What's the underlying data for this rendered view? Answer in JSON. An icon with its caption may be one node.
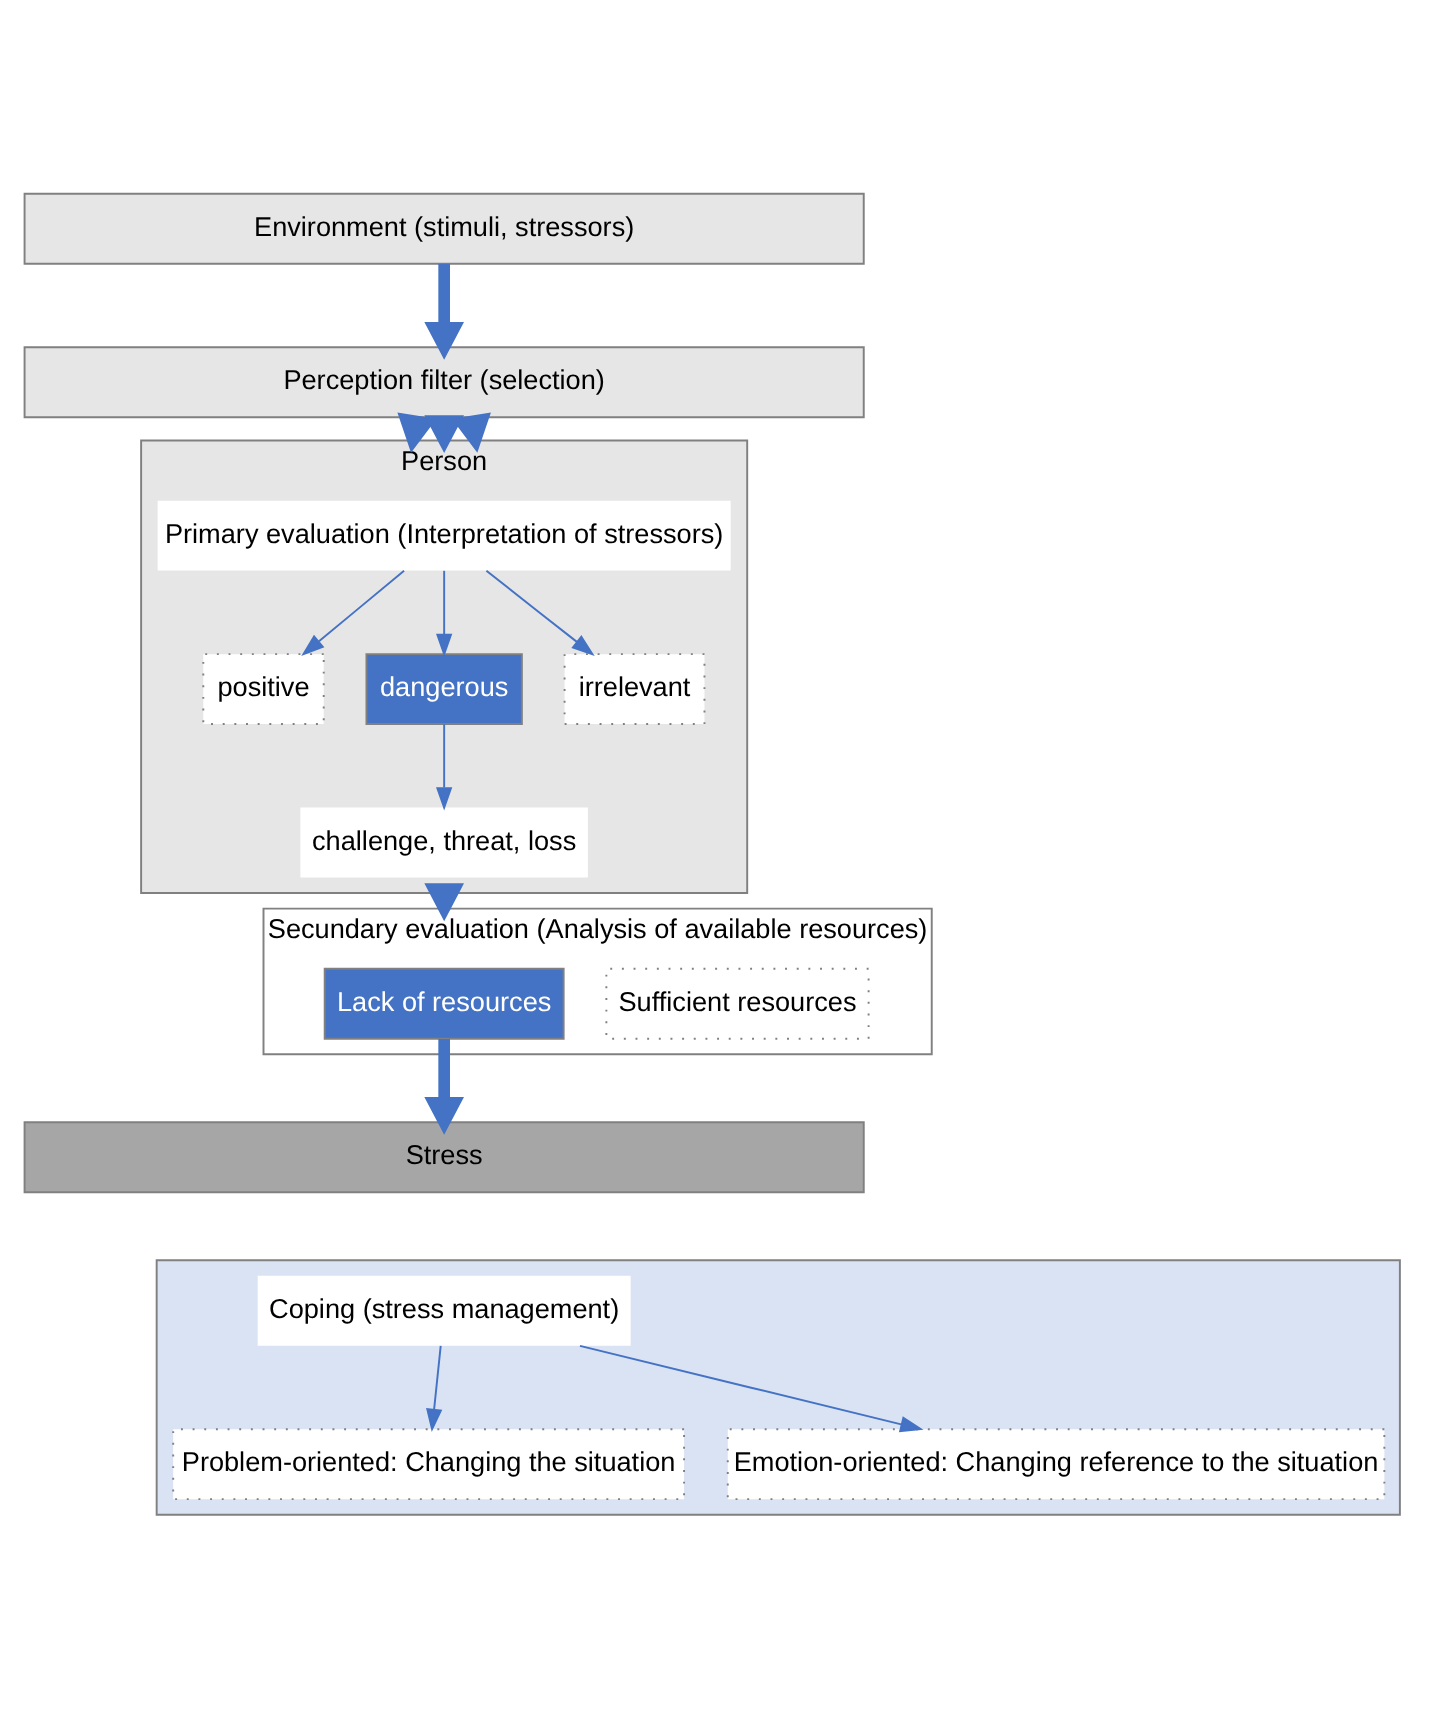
{
  "diagram": {
    "nodes": [
      {
        "text": [
          "Environment (stimuli, stressors)"
        ]
      },
      {
        "text": [
          "Perception filter (selection)"
        ]
      },
      {
        "text": [
          "Person"
        ]
      },
      {
        "text": [
          "Primary evaluation (Interpretation of stressors)"
        ],
        "in": 2
      },
      {
        "text": [
          "positive"
        ],
        "in": 2
      },
      {
        "text": [
          "dangerous"
        ],
        "in": 2
      },
      {
        "text": [
          "irrelevant"
        ],
        "in": 2
      },
      {
        "text": [
          "challenge, threat, loss"
        ],
        "in": 2
      },
      {
        "text": [
          "Secundary evaluation (Analysis of available resources)"
        ]
      },
      {
        "text": [
          "Lack of resources"
        ],
        "in": 8
      },
      {
        "text": [
          "Sufficient resources"
        ],
        "in": 8
      },
      {
        "text": [
          "Stress"
        ]
      },
      {
        "text": [],
        "shape": "box"
      },
      {
        "text": [
          "Coping (stress management)"
        ],
        "in": 12
      },
      {
        "text": [
          "Problem-oriented: Changing the situation"
        ],
        "in": 12
      },
      {
        "text": [
          "Emotion-oriented: Changing reference to the situation"
        ],
        "in": 12
      }
    ],
    "edges": [
      {
        "from": 0,
        "to": 1,
        "arrow": "to",
        "style": "thick"
      },
      {
        "from": 1,
        "to": 2,
        "arrow": "to",
        "style": "thick"
      },
      {
        "from": 1,
        "to": 2,
        "arrow": "to",
        "style": "thick"
      },
      {
        "from": 1,
        "to": 2,
        "arrow": "to",
        "style": "thick"
      },
      {
        "from": 3,
        "to": 4,
        "arrow": "to"
      },
      {
        "from": 3,
        "to": 5,
        "arrow": "to"
      },
      {
        "from": 3,
        "to": 6,
        "arrow": "to"
      },
      {
        "from": 5,
        "to": 7,
        "arrow": "to"
      },
      {
        "from": 2,
        "to": 8,
        "arrow": "to",
        "style": "thick"
      },
      {
        "from": 9,
        "to": 11,
        "arrow": "to",
        "style": "thick"
      },
      {
        "from": 13,
        "to": 14,
        "arrow": "to"
      },
      {
        "from": 13,
        "to": 15,
        "arrow": "to"
      }
    ]
  }
}
